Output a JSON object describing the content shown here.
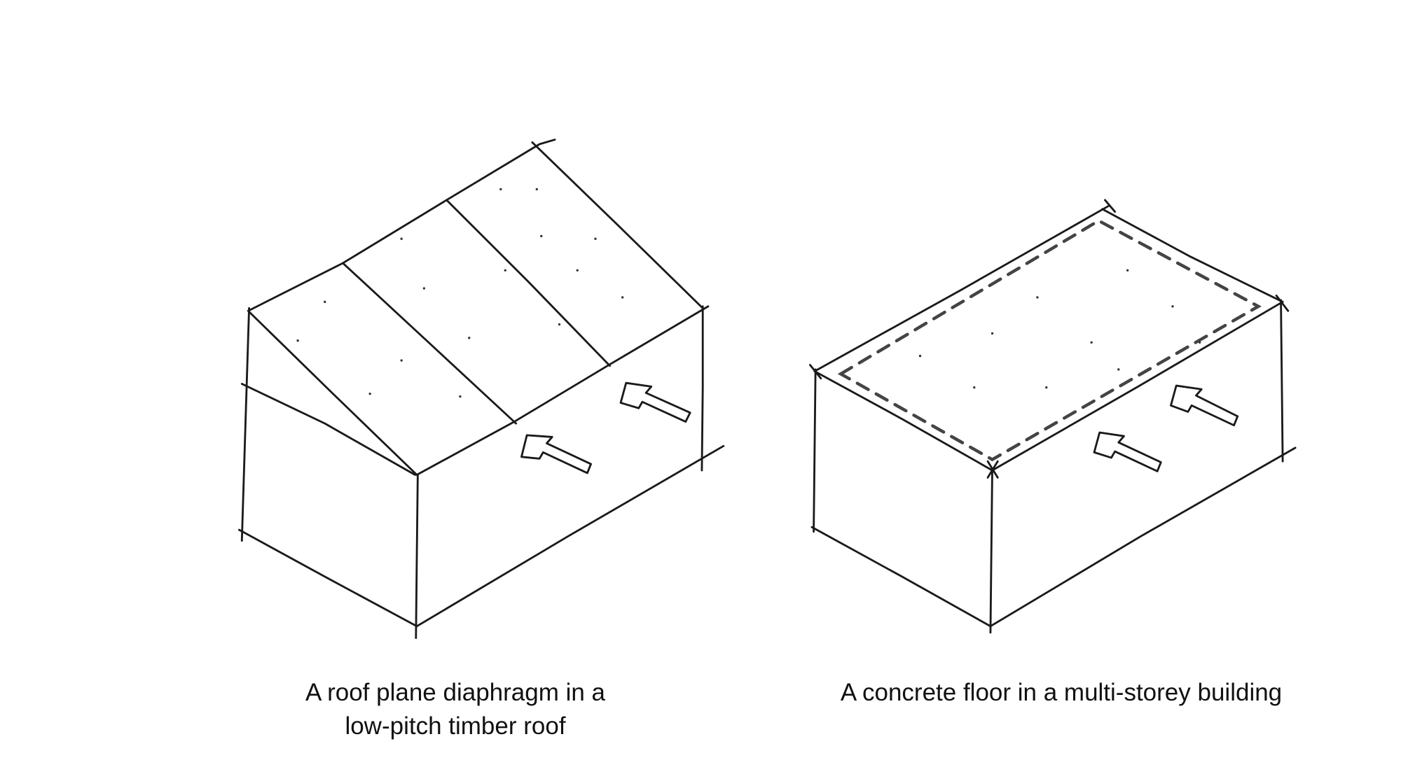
{
  "captions": {
    "left_line1": "A roof plane diaphragm in a",
    "left_line2": "low-pitch timber roof",
    "right": "A concrete floor in a multi-storey building"
  }
}
